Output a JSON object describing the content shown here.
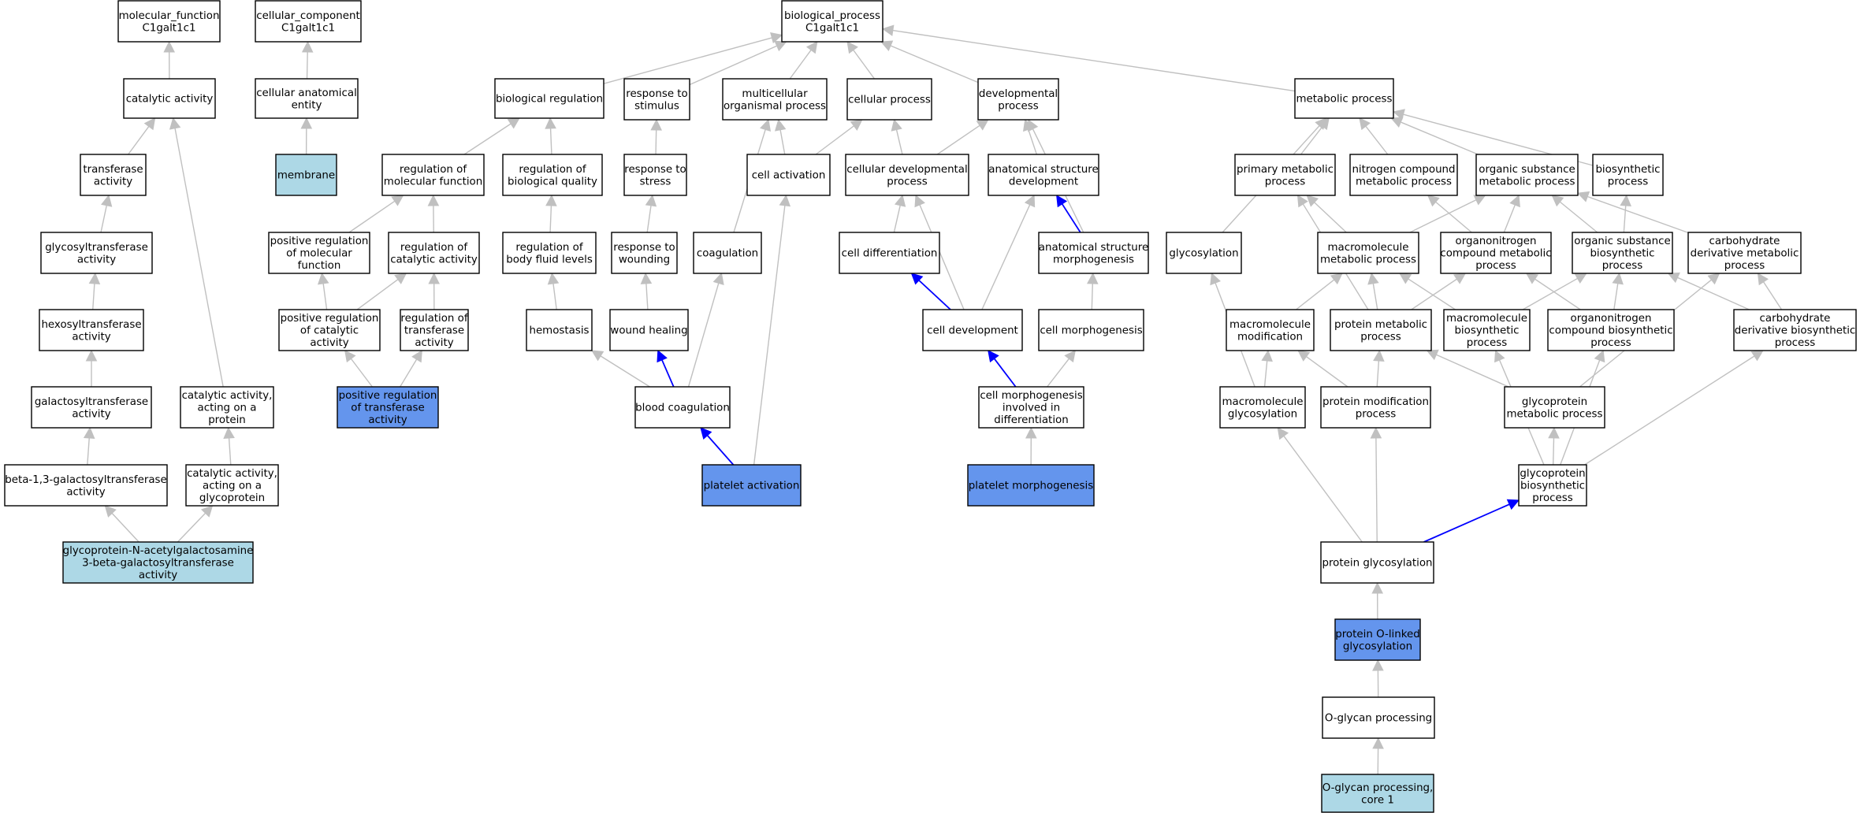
{
  "colors": {
    "default_fill": "#ffffff",
    "highlight_fill": "#6495ed",
    "light_fill": "#add8e6",
    "edge": "#c0c0c0",
    "edge_highlight": "#0000ff"
  },
  "nodes": [
    {
      "id": "mf",
      "lines": [
        "molecular_function",
        "C1galt1c1"
      ],
      "fill": "default"
    },
    {
      "id": "cc",
      "lines": [
        "cellular_component",
        "C1galt1c1"
      ],
      "fill": "default"
    },
    {
      "id": "bp",
      "lines": [
        "biological_process",
        "C1galt1c1"
      ],
      "fill": "default"
    },
    {
      "id": "catalytic",
      "lines": [
        "catalytic activity"
      ],
      "fill": "default"
    },
    {
      "id": "cae",
      "lines": [
        "cellular anatomical",
        "entity"
      ],
      "fill": "default"
    },
    {
      "id": "membrane",
      "lines": [
        "membrane"
      ],
      "fill": "light"
    },
    {
      "id": "transferase",
      "lines": [
        "transferase",
        "activity"
      ],
      "fill": "default"
    },
    {
      "id": "glycosyltransferase",
      "lines": [
        "glycosyltransferase",
        "activity"
      ],
      "fill": "default"
    },
    {
      "id": "hexosyltransferase",
      "lines": [
        "hexosyltransferase",
        "activity"
      ],
      "fill": "default"
    },
    {
      "id": "galactosyltransferase",
      "lines": [
        "galactosyltransferase",
        "activity"
      ],
      "fill": "default"
    },
    {
      "id": "beta13",
      "lines": [
        "beta-1,3-galactosyltransferase",
        "activity"
      ],
      "fill": "default"
    },
    {
      "id": "glycoprotein_nag",
      "lines": [
        "glycoprotein-N-acetylgalactosamine",
        "3-beta-galactosyltransferase",
        "activity"
      ],
      "fill": "light"
    },
    {
      "id": "ca_protein",
      "lines": [
        "catalytic activity,",
        "acting on a",
        "protein"
      ],
      "fill": "default"
    },
    {
      "id": "ca_glycoprotein",
      "lines": [
        "catalytic activity,",
        "acting on a",
        "glycoprotein"
      ],
      "fill": "default"
    },
    {
      "id": "bio_reg",
      "lines": [
        "biological regulation"
      ],
      "fill": "default"
    },
    {
      "id": "reg_mf",
      "lines": [
        "regulation of",
        "molecular function"
      ],
      "fill": "default"
    },
    {
      "id": "pos_reg_mf",
      "lines": [
        "positive regulation",
        "of molecular",
        "function"
      ],
      "fill": "default"
    },
    {
      "id": "reg_cat",
      "lines": [
        "regulation of",
        "catalytic activity"
      ],
      "fill": "default"
    },
    {
      "id": "pos_reg_cat",
      "lines": [
        "positive regulation",
        "of catalytic",
        "activity"
      ],
      "fill": "default"
    },
    {
      "id": "reg_trans",
      "lines": [
        "regulation of",
        "transferase",
        "activity"
      ],
      "fill": "default"
    },
    {
      "id": "pos_reg_trans",
      "lines": [
        "positive regulation",
        "of transferase",
        "activity"
      ],
      "fill": "highlight"
    },
    {
      "id": "reg_bq",
      "lines": [
        "regulation of",
        "biological quality"
      ],
      "fill": "default"
    },
    {
      "id": "reg_bfl",
      "lines": [
        "regulation of",
        "body fluid levels"
      ],
      "fill": "default"
    },
    {
      "id": "hemostasis",
      "lines": [
        "hemostasis"
      ],
      "fill": "default"
    },
    {
      "id": "resp_stim",
      "lines": [
        "response to",
        "stimulus"
      ],
      "fill": "default"
    },
    {
      "id": "resp_stress",
      "lines": [
        "response to",
        "stress"
      ],
      "fill": "default"
    },
    {
      "id": "resp_wound",
      "lines": [
        "response to",
        "wounding"
      ],
      "fill": "default"
    },
    {
      "id": "wound_heal",
      "lines": [
        "wound healing"
      ],
      "fill": "default"
    },
    {
      "id": "blood_coag",
      "lines": [
        "blood coagulation"
      ],
      "fill": "default"
    },
    {
      "id": "platelet_act",
      "lines": [
        "platelet activation"
      ],
      "fill": "highlight"
    },
    {
      "id": "multicell",
      "lines": [
        "multicellular",
        "organismal process"
      ],
      "fill": "default"
    },
    {
      "id": "coagulation",
      "lines": [
        "coagulation"
      ],
      "fill": "default"
    },
    {
      "id": "cell_act",
      "lines": [
        "cell activation"
      ],
      "fill": "default"
    },
    {
      "id": "cellular_proc",
      "lines": [
        "cellular process"
      ],
      "fill": "default"
    },
    {
      "id": "cell_dev_proc",
      "lines": [
        "cellular developmental",
        "process"
      ],
      "fill": "default"
    },
    {
      "id": "cell_diff",
      "lines": [
        "cell differentiation"
      ],
      "fill": "default"
    },
    {
      "id": "cell_dev",
      "lines": [
        "cell development"
      ],
      "fill": "default"
    },
    {
      "id": "dev_proc",
      "lines": [
        "developmental",
        "process"
      ],
      "fill": "default"
    },
    {
      "id": "anat_dev",
      "lines": [
        "anatomical structure",
        "development"
      ],
      "fill": "default"
    },
    {
      "id": "anat_morph",
      "lines": [
        "anatomical structure",
        "morphogenesis"
      ],
      "fill": "default"
    },
    {
      "id": "cell_morph",
      "lines": [
        "cell morphogenesis"
      ],
      "fill": "default"
    },
    {
      "id": "cell_morph_diff",
      "lines": [
        "cell morphogenesis",
        "involved in",
        "differentiation"
      ],
      "fill": "default"
    },
    {
      "id": "platelet_morph",
      "lines": [
        "platelet morphogenesis"
      ],
      "fill": "highlight"
    },
    {
      "id": "metabolic",
      "lines": [
        "metabolic process"
      ],
      "fill": "default"
    },
    {
      "id": "primary_met",
      "lines": [
        "primary metabolic",
        "process"
      ],
      "fill": "default"
    },
    {
      "id": "nitrogen_met",
      "lines": [
        "nitrogen compound",
        "metabolic process"
      ],
      "fill": "default"
    },
    {
      "id": "org_sub_met",
      "lines": [
        "organic substance",
        "metabolic process"
      ],
      "fill": "default"
    },
    {
      "id": "biosynthetic",
      "lines": [
        "biosynthetic",
        "process"
      ],
      "fill": "default"
    },
    {
      "id": "glycosylation",
      "lines": [
        "glycosylation"
      ],
      "fill": "default"
    },
    {
      "id": "macro_met",
      "lines": [
        "macromolecule",
        "metabolic process"
      ],
      "fill": "default"
    },
    {
      "id": "organonitrogen_met",
      "lines": [
        "organonitrogen",
        "compound metabolic",
        "process"
      ],
      "fill": "default"
    },
    {
      "id": "org_sub_bio",
      "lines": [
        "organic substance",
        "biosynthetic",
        "process"
      ],
      "fill": "default"
    },
    {
      "id": "carb_met",
      "lines": [
        "carbohydrate",
        "derivative metabolic",
        "process"
      ],
      "fill": "default"
    },
    {
      "id": "macro_mod",
      "lines": [
        "macromolecule",
        "modification"
      ],
      "fill": "default"
    },
    {
      "id": "protein_met",
      "lines": [
        "protein metabolic",
        "process"
      ],
      "fill": "default"
    },
    {
      "id": "macro_bio",
      "lines": [
        "macromolecule",
        "biosynthetic",
        "process"
      ],
      "fill": "default"
    },
    {
      "id": "organonitrogen_bio",
      "lines": [
        "organonitrogen",
        "compound biosynthetic",
        "process"
      ],
      "fill": "default"
    },
    {
      "id": "carb_bio",
      "lines": [
        "carbohydrate",
        "derivative biosynthetic",
        "process"
      ],
      "fill": "default"
    },
    {
      "id": "macro_glyc",
      "lines": [
        "macromolecule",
        "glycosylation"
      ],
      "fill": "default"
    },
    {
      "id": "protein_mod",
      "lines": [
        "protein modification",
        "process"
      ],
      "fill": "default"
    },
    {
      "id": "glycoprotein_met",
      "lines": [
        "glycoprotein",
        "metabolic process"
      ],
      "fill": "default"
    },
    {
      "id": "glycoprotein_bio",
      "lines": [
        "glycoprotein",
        "biosynthetic",
        "process"
      ],
      "fill": "default"
    },
    {
      "id": "protein_glyc",
      "lines": [
        "protein glycosylation"
      ],
      "fill": "default"
    },
    {
      "id": "protein_olink",
      "lines": [
        "protein O-linked",
        "glycosylation"
      ],
      "fill": "highlight"
    },
    {
      "id": "oglycan",
      "lines": [
        "O-glycan processing"
      ],
      "fill": "default"
    },
    {
      "id": "oglycan_core1",
      "lines": [
        "O-glycan processing,",
        "core 1"
      ],
      "fill": "light"
    }
  ],
  "edges": [
    {
      "from": "catalytic",
      "to": "mf"
    },
    {
      "from": "cae",
      "to": "cc"
    },
    {
      "from": "membrane",
      "to": "cae"
    },
    {
      "from": "transferase",
      "to": "catalytic"
    },
    {
      "from": "glycosyltransferase",
      "to": "transferase"
    },
    {
      "from": "hexosyltransferase",
      "to": "glycosyltransferase"
    },
    {
      "from": "galactosyltransferase",
      "to": "hexosyltransferase"
    },
    {
      "from": "beta13",
      "to": "galactosyltransferase"
    },
    {
      "from": "glycoprotein_nag",
      "to": "beta13"
    },
    {
      "from": "glycoprotein_nag",
      "to": "ca_glycoprotein"
    },
    {
      "from": "ca_glycoprotein",
      "to": "ca_protein"
    },
    {
      "from": "ca_protein",
      "to": "catalytic"
    },
    {
      "from": "bio_reg",
      "to": "bp"
    },
    {
      "from": "resp_stim",
      "to": "bp"
    },
    {
      "from": "multicell",
      "to": "bp"
    },
    {
      "from": "cellular_proc",
      "to": "bp"
    },
    {
      "from": "dev_proc",
      "to": "bp"
    },
    {
      "from": "metabolic",
      "to": "bp"
    },
    {
      "from": "reg_mf",
      "to": "bio_reg"
    },
    {
      "from": "reg_bq",
      "to": "bio_reg"
    },
    {
      "from": "pos_reg_mf",
      "to": "reg_mf"
    },
    {
      "from": "reg_cat",
      "to": "reg_mf"
    },
    {
      "from": "pos_reg_cat",
      "to": "pos_reg_mf"
    },
    {
      "from": "pos_reg_cat",
      "to": "reg_cat"
    },
    {
      "from": "reg_trans",
      "to": "reg_cat"
    },
    {
      "from": "pos_reg_trans",
      "to": "pos_reg_cat"
    },
    {
      "from": "pos_reg_trans",
      "to": "reg_trans"
    },
    {
      "from": "reg_bfl",
      "to": "reg_bq"
    },
    {
      "from": "hemostasis",
      "to": "reg_bfl"
    },
    {
      "from": "resp_stress",
      "to": "resp_stim"
    },
    {
      "from": "resp_wound",
      "to": "resp_stress"
    },
    {
      "from": "wound_heal",
      "to": "resp_wound"
    },
    {
      "from": "blood_coag",
      "to": "hemostasis"
    },
    {
      "from": "blood_coag",
      "to": "wound_heal",
      "highlight": true
    },
    {
      "from": "blood_coag",
      "to": "coagulation"
    },
    {
      "from": "platelet_act",
      "to": "blood_coag",
      "highlight": true
    },
    {
      "from": "platelet_act",
      "to": "cell_act"
    },
    {
      "from": "coagulation",
      "to": "multicell"
    },
    {
      "from": "cell_act",
      "to": "multicell"
    },
    {
      "from": "cell_act",
      "to": "cellular_proc"
    },
    {
      "from": "cell_dev_proc",
      "to": "cellular_proc"
    },
    {
      "from": "cell_dev_proc",
      "to": "dev_proc"
    },
    {
      "from": "cell_diff",
      "to": "cell_dev_proc"
    },
    {
      "from": "cell_dev",
      "to": "cell_diff",
      "highlight": true
    },
    {
      "from": "cell_dev",
      "to": "cell_dev_proc"
    },
    {
      "from": "cell_dev",
      "to": "anat_dev"
    },
    {
      "from": "anat_dev",
      "to": "dev_proc"
    },
    {
      "from": "anat_morph",
      "to": "anat_dev",
      "highlight": true
    },
    {
      "from": "anat_morph",
      "to": "dev_proc"
    },
    {
      "from": "cell_morph",
      "to": "anat_morph"
    },
    {
      "from": "cell_morph_diff",
      "to": "cell_dev",
      "highlight": true
    },
    {
      "from": "cell_morph_diff",
      "to": "cell_morph"
    },
    {
      "from": "platelet_morph",
      "to": "cell_morph_diff"
    },
    {
      "from": "primary_met",
      "to": "metabolic"
    },
    {
      "from": "nitrogen_met",
      "to": "metabolic"
    },
    {
      "from": "org_sub_met",
      "to": "metabolic"
    },
    {
      "from": "biosynthetic",
      "to": "metabolic"
    },
    {
      "from": "glycosylation",
      "to": "metabolic"
    },
    {
      "from": "macro_met",
      "to": "org_sub_met"
    },
    {
      "from": "macro_met",
      "to": "primary_met"
    },
    {
      "from": "organonitrogen_met",
      "to": "nitrogen_met"
    },
    {
      "from": "organonitrogen_met",
      "to": "org_sub_met"
    },
    {
      "from": "org_sub_bio",
      "to": "org_sub_met"
    },
    {
      "from": "org_sub_bio",
      "to": "biosynthetic"
    },
    {
      "from": "carb_met",
      "to": "org_sub_met"
    },
    {
      "from": "macro_mod",
      "to": "macro_met"
    },
    {
      "from": "protein_met",
      "to": "macro_met"
    },
    {
      "from": "protein_met",
      "to": "organonitrogen_met"
    },
    {
      "from": "protein_met",
      "to": "primary_met"
    },
    {
      "from": "macro_bio",
      "to": "macro_met"
    },
    {
      "from": "macro_bio",
      "to": "org_sub_bio"
    },
    {
      "from": "organonitrogen_bio",
      "to": "organonitrogen_met"
    },
    {
      "from": "organonitrogen_bio",
      "to": "org_sub_bio"
    },
    {
      "from": "carb_bio",
      "to": "carb_met"
    },
    {
      "from": "carb_bio",
      "to": "org_sub_bio"
    },
    {
      "from": "macro_glyc",
      "to": "macro_mod"
    },
    {
      "from": "macro_glyc",
      "to": "glycosylation"
    },
    {
      "from": "protein_mod",
      "to": "macro_mod"
    },
    {
      "from": "protein_mod",
      "to": "protein_met"
    },
    {
      "from": "glycoprotein_met",
      "to": "protein_met"
    },
    {
      "from": "glycoprotein_met",
      "to": "carb_met"
    },
    {
      "from": "glycoprotein_bio",
      "to": "glycoprotein_met"
    },
    {
      "from": "glycoprotein_bio",
      "to": "macro_bio"
    },
    {
      "from": "glycoprotein_bio",
      "to": "organonitrogen_bio"
    },
    {
      "from": "glycoprotein_bio",
      "to": "carb_bio"
    },
    {
      "from": "protein_glyc",
      "to": "glycoprotein_bio",
      "highlight": true
    },
    {
      "from": "protein_glyc",
      "to": "macro_glyc"
    },
    {
      "from": "protein_glyc",
      "to": "protein_mod"
    },
    {
      "from": "protein_olink",
      "to": "protein_glyc"
    },
    {
      "from": "oglycan",
      "to": "protein_olink"
    },
    {
      "from": "oglycan_core1",
      "to": "oglycan"
    }
  ]
}
